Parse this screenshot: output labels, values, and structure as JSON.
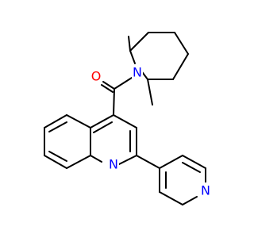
{
  "molecule": {
    "atom_labels": {
      "oxygen": "O",
      "piperidine_nitrogen": "N",
      "quinoline_nitrogen": "N",
      "pyridine_nitrogen": "N"
    },
    "colors": {
      "bond": "#000000",
      "oxygen": "#ff0000",
      "nitrogen": "#0000ff",
      "background": "#ffffff"
    }
  }
}
